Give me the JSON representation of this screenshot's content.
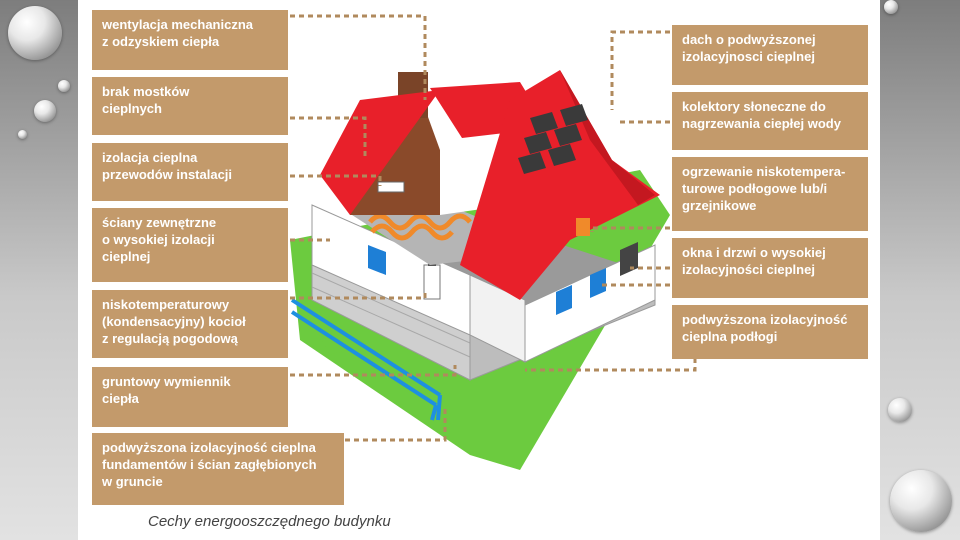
{
  "labels": {
    "ventilation": "wentylacja mechaniczna\nz odzyskiem ciepła",
    "thermal_bridges": "brak mostków\ncieplnych",
    "pipe_insulation": "izolacja cieplna\nprzewodów instalacji",
    "external_walls": "ściany zewnętrzne\no wysokiej izolacji\ncieplnej",
    "boiler": "niskotemperaturowy\n(kondensacyjny) kocioł\nz regulacją pogodową",
    "ground_exchanger": "gruntowy wymiennik\nciepła",
    "foundations": "podwyższona izolacyjność cieplna\nfundamentów i ścian zagłębionych\nw gruncie",
    "roof": "dach o podwyższonej\nizolacyjnosci cieplnej",
    "solar": "kolektory słoneczne do\nnagrzewania ciepłej wody",
    "floor_heating": "ogrzewanie niskotempera-\nturowe podłogowe lub/i\ngrzejnikowe",
    "windows": "okna i drzwi o wysokiej\nizolacyjności cieplnej",
    "floor_insulation": "podwyższona izolacyjność\ncieplna podłogi"
  },
  "caption": "Cechy energooszczędnego budynku",
  "colors": {
    "label_bg": "#c39a6b",
    "roof": "#e8202a",
    "grass": "#6ccb3f",
    "wall": "#ffffff",
    "window": "#1e7fd6",
    "pipe": "#1e90e0",
    "floor_heating": "#f08a2a",
    "leader": "#b08a5d"
  },
  "icons": [
    "water-drop-icon"
  ]
}
